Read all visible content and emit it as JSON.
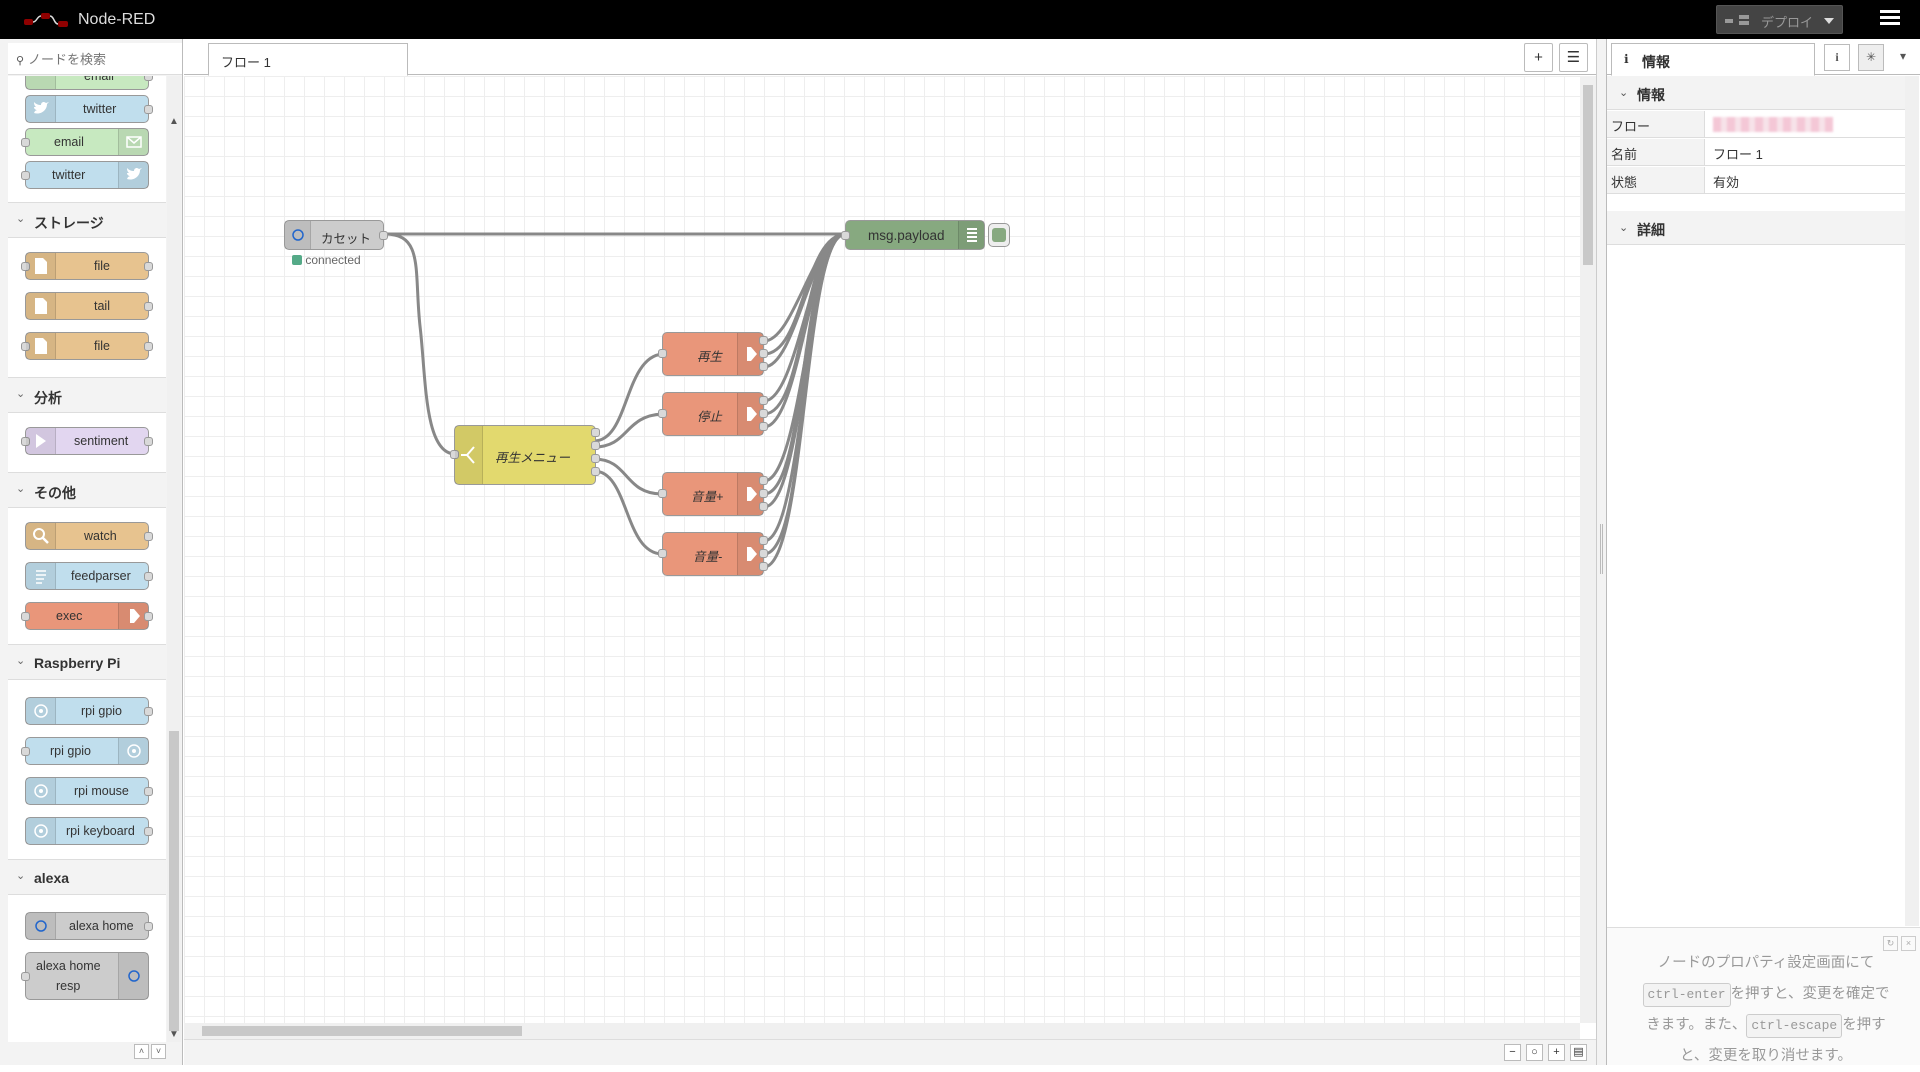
{
  "header": {
    "title": "Node-RED",
    "deploy_label": "デプロイ"
  },
  "palette": {
    "search_placeholder": "ノードを検索",
    "categories": {
      "storage": "ストレージ",
      "analysis": "分析",
      "other": "その他",
      "rpi": "Raspberry Pi",
      "alexa": "alexa"
    },
    "nodes": {
      "email_cut": "email",
      "twitter_in": "twitter",
      "email_out": "email",
      "twitter_out": "twitter",
      "file_in": "file",
      "tail": "tail",
      "file_out": "file",
      "sentiment": "sentiment",
      "watch": "watch",
      "feedparser": "feedparser",
      "exec": "exec",
      "rpi_gpio_in": "rpi gpio",
      "rpi_gpio_out": "rpi gpio",
      "rpi_mouse": "rpi mouse",
      "rpi_keyboard": "rpi keyboard",
      "alexa_home": "alexa home",
      "alexa_home_resp_1": "alexa home",
      "alexa_home_resp_2": "resp"
    }
  },
  "workspace": {
    "tab_label": "フロー 1",
    "flow": {
      "cassette": "カセット",
      "cassette_status": "connected",
      "debug": "msg.payload",
      "switch": "再生メニュー",
      "play": "再生",
      "stop": "停止",
      "vol_up": "音量+",
      "vol_down": "音量-"
    }
  },
  "sidebar": {
    "tab_label": "情報",
    "info_section": "情報",
    "rows": {
      "flow_key": "フロー",
      "name_key": "名前",
      "name_val": "フロー 1",
      "state_key": "状態",
      "state_val": "有効"
    },
    "detail_section": "詳細",
    "help": {
      "line1": "ノードのプロパティ設定画面にて",
      "kbd1": "ctrl-enter",
      "line2": "を押すと、変更を確定で",
      "line3": "きます。また、",
      "kbd2": "ctrl-escape",
      "line4": "を押す",
      "line5": "と、変更を取り消せます。"
    }
  },
  "colors": {
    "header_bg": "#000000",
    "social": "#c0deed",
    "email": "#c7e9c0",
    "storage": "#e7c38f",
    "sentiment": "#e2d96e",
    "exec": "#e9967a",
    "switch": "#e2d96e",
    "debug": "#87a980",
    "cassette": "#cccccc",
    "status_green": "#5a8"
  }
}
